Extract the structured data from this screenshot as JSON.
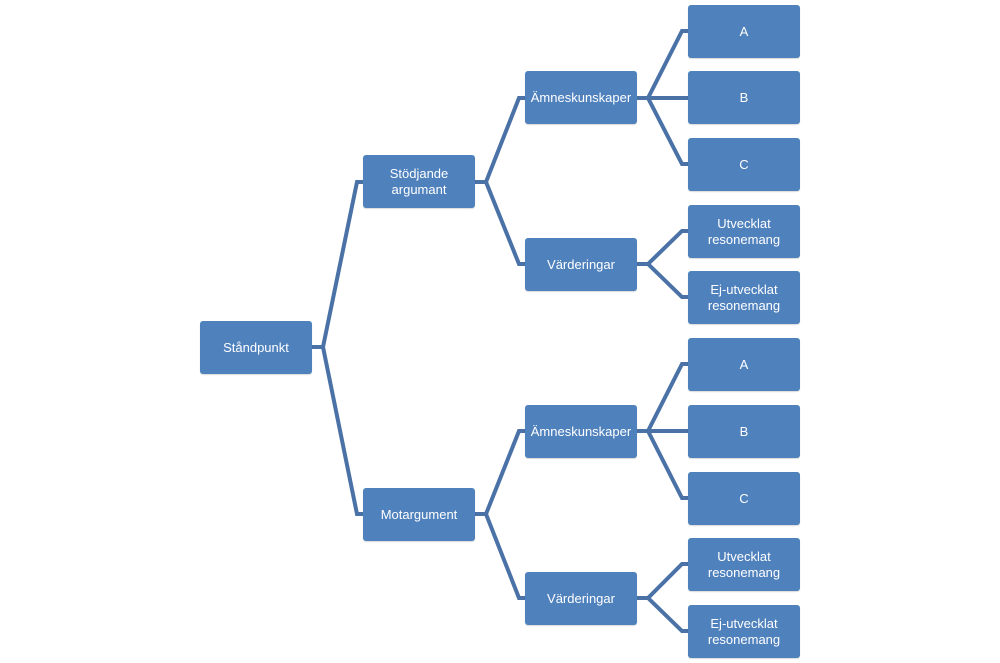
{
  "diagram": {
    "root": "Ståndpunkt",
    "branches": [
      {
        "label": "Stödjande\nargumant",
        "children": [
          {
            "label": "Ämneskunskaper",
            "children": [
              "A",
              "B",
              "C"
            ]
          },
          {
            "label": "Värderingar",
            "children": [
              "Utvecklat\nresonemang",
              "Ej-utvecklat\nresonemang"
            ]
          }
        ]
      },
      {
        "label": "Motargument",
        "children": [
          {
            "label": "Ämneskunskaper",
            "children": [
              "A",
              "B",
              "C"
            ]
          },
          {
            "label": "Värderingar",
            "children": [
              "Utvecklat\nresonemang",
              "Ej-utvecklat\nresonemang"
            ]
          }
        ]
      }
    ],
    "colors": {
      "node_fill": "#4f81bd",
      "connector": "#4a72a6",
      "text": "#ffffff"
    }
  }
}
